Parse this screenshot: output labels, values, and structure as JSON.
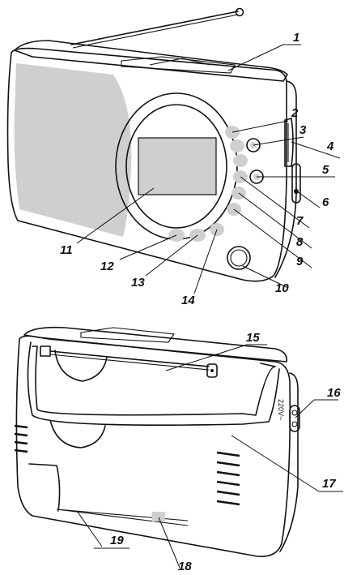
{
  "diagram": {
    "callouts": [
      "1",
      "2",
      "3",
      "4",
      "5",
      "6",
      "7",
      "8",
      "9",
      "10",
      "11",
      "12",
      "13",
      "14",
      "15",
      "16",
      "17",
      "18",
      "19"
    ],
    "voltage_mark": "220V~"
  },
  "colors": {
    "line": "#111111",
    "grey_fill": "#cfcfcf",
    "body_fill": "#ffffff"
  }
}
